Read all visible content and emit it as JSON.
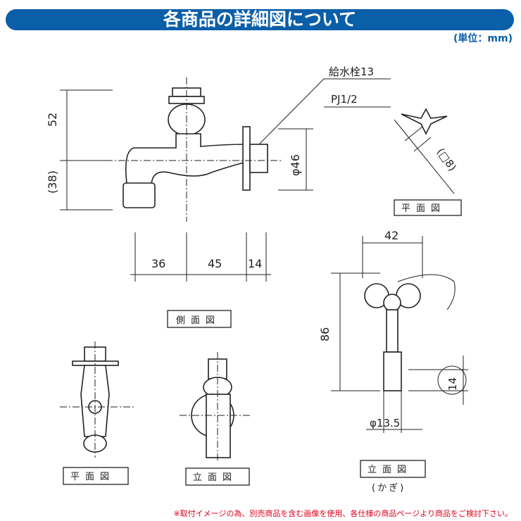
{
  "header": {
    "title": "各商品の詳細図について",
    "unit": "(単位：mm)"
  },
  "footer": {
    "note": "※取付イメージの為、別売商品を含む画像を使用、各仕様の商品ページより商品をご検討下さい。"
  },
  "side_view": {
    "label": "側面図",
    "dims": {
      "height_top": "52",
      "height_bottom": "(38)",
      "len1": "36",
      "len2": "45",
      "len3": "14",
      "flange_dia": "φ46"
    },
    "callouts": {
      "faucet": "給水栓13",
      "thread": "PJ1/2"
    }
  },
  "top_view_handle": {
    "label": "平面図",
    "dim": "(□8)"
  },
  "top_view": {
    "label": "平面図"
  },
  "front_view": {
    "label": "立面図"
  },
  "key_view": {
    "label": "立面図",
    "sub": "(かぎ)",
    "dims": {
      "width": "42",
      "height": "86",
      "tip": "14",
      "dia": "φ13.5"
    }
  }
}
